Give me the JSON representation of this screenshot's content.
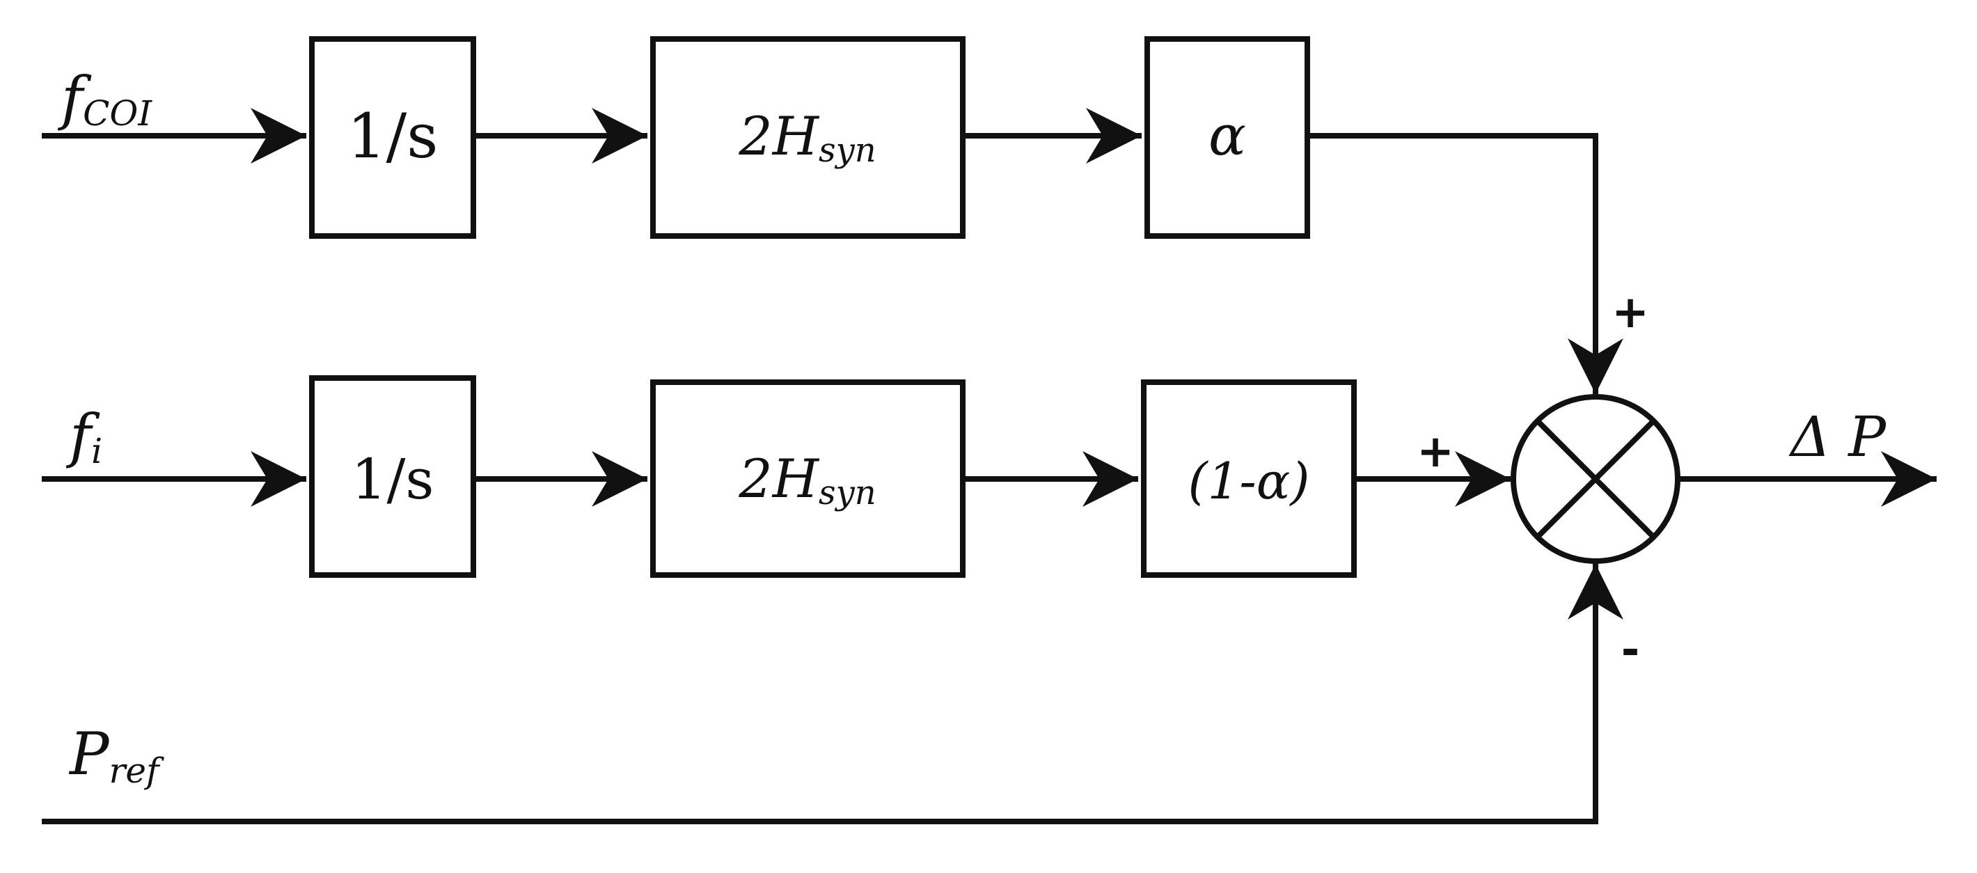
{
  "inputs": {
    "f_coi": {
      "base": "f",
      "sub": "COI"
    },
    "f_i": {
      "base": "f",
      "sub": "i"
    },
    "p_ref": {
      "base": "P",
      "sub": "ref"
    }
  },
  "blocks": {
    "top": {
      "integrator": "1/s",
      "inertia": {
        "base": "2H",
        "sub": "syn"
      },
      "gain": "α"
    },
    "middle": {
      "integrator": "1/s",
      "inertia": {
        "base": "2H",
        "sub": "syn"
      },
      "gain": "(1-α)"
    }
  },
  "summing_junction": {
    "sign_top": "+",
    "sign_left": "+",
    "sign_bottom": "-"
  },
  "output": {
    "label": "Δ P"
  },
  "colors": {
    "stroke": "#111111",
    "background": "#ffffff"
  }
}
